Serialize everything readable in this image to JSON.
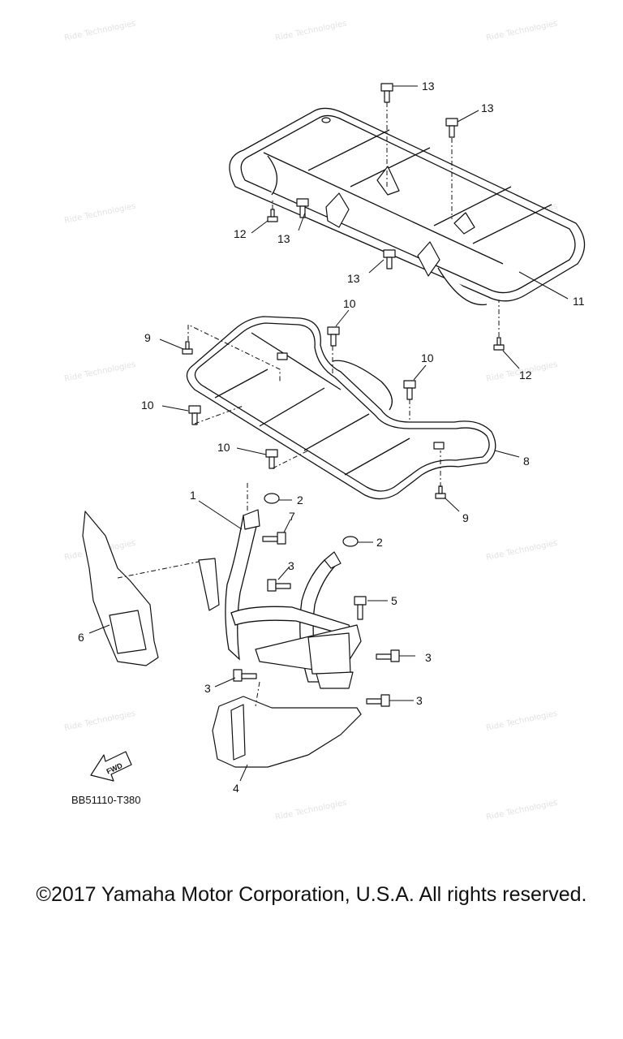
{
  "diagram": {
    "callouts": [
      "1",
      "2",
      "2",
      "3",
      "3",
      "3",
      "3",
      "4",
      "5",
      "6",
      "7",
      "8",
      "9",
      "9",
      "10",
      "10",
      "10",
      "10",
      "11",
      "12",
      "12",
      "13",
      "13",
      "13",
      "13"
    ],
    "part_code": "BB51110-T380",
    "fwd_label": "FWD",
    "watermark": "Ride Technologies"
  },
  "footer": {
    "copyright": "©2017 Yamaha Motor Corporation, U.S.A. All rights reserved."
  }
}
